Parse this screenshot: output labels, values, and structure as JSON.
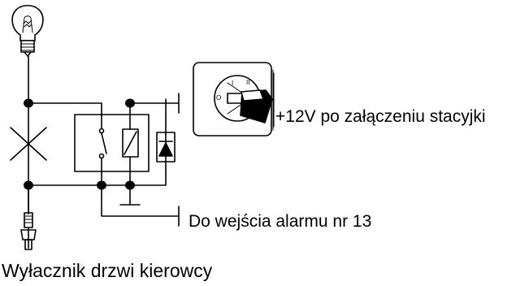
{
  "labels": {
    "ignition": "+12V po załączeniu stacyjki",
    "alarm_input": "Do wejścia alarmu nr 13",
    "door_switch": "Wyłacznik drzwi kierowcy"
  },
  "icons": {
    "lamp": "light-bulb-icon",
    "ignition": "ignition-switch-icon",
    "door_switch": "door-pin-switch-icon",
    "relay": "relay-icon",
    "diode": "diode-icon",
    "ground": "ground-icon"
  },
  "colors": {
    "line": "#000000",
    "background": "#ffffff"
  }
}
